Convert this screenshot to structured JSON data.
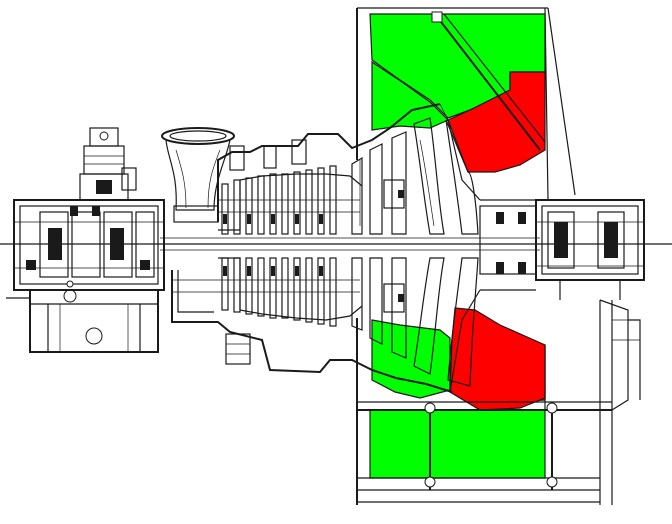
{
  "figure": {
    "type": "steam turbine longitudinal cross-section drawing",
    "colors": {
      "line": "#1a1a1a",
      "background": "#ffffff",
      "exhaust_hood": "#00ff00",
      "last_stage_flow_path": "#ff0000"
    },
    "components": [
      "front-bearing-pedestal",
      "gearbox-with-motor",
      "steam-inlet-valve",
      "hp-casing-stages",
      "lp-casing-stages",
      "exhaust-hood",
      "rear-bearing-pedestal",
      "rotor-shaft"
    ]
  }
}
